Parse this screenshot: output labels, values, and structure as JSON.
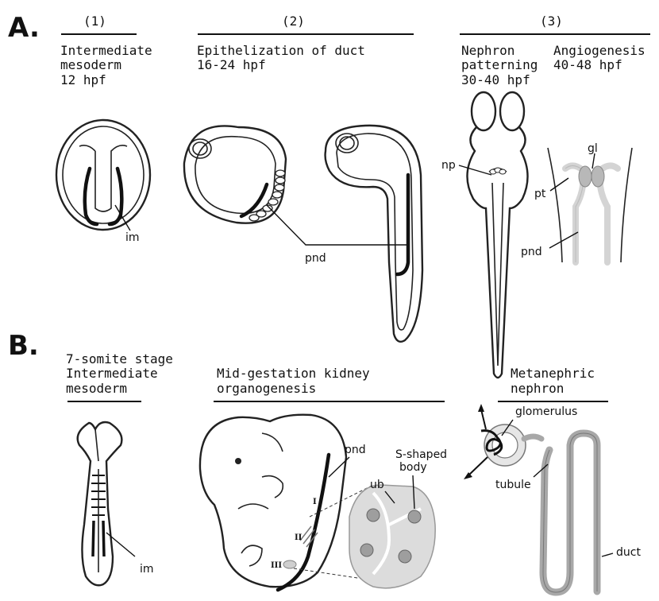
{
  "panel_a": {
    "letter": "A.",
    "stage1": {
      "number": "(1)",
      "lines": [
        "Intermediate",
        "mesoderm",
        "12 hpf"
      ],
      "label_im": "im"
    },
    "stage2": {
      "number": "(2)",
      "lines": [
        "Epithelization of duct",
        "16-24 hpf"
      ],
      "label_pnd": "pnd"
    },
    "stage3": {
      "number": "(3)",
      "left_lines": [
        "Nephron",
        "patterning",
        "30-40 hpf"
      ],
      "right_lines": [
        "Angiogenesis",
        "40-48 hpf"
      ],
      "label_np": "np",
      "label_gl": "gl",
      "label_pt": "pt",
      "label_pnd": "pnd"
    }
  },
  "panel_b": {
    "letter": "B.",
    "stage1": {
      "lines": [
        "7-somite stage",
        "Intermediate",
        "mesoderm"
      ],
      "label_im": "im"
    },
    "stage2": {
      "lines": [
        "Mid-gestation kidney",
        "organogenesis"
      ],
      "label_pnd": "pnd",
      "label_sbody": [
        "S-shaped",
        "body"
      ],
      "label_ub": "ub",
      "roman": [
        "I",
        "II",
        "III"
      ]
    },
    "stage3": {
      "lines": [
        "Metanephric",
        "nephron"
      ],
      "label_glomerulus": "glomerulus",
      "label_tubule": "tubule",
      "label_duct": "duct"
    }
  },
  "colors": {
    "ink": "#111111",
    "light_gray": "#d9d9d9",
    "mid_gray": "#9a9a9a",
    "tubule_gray": "#a8a8a8"
  }
}
